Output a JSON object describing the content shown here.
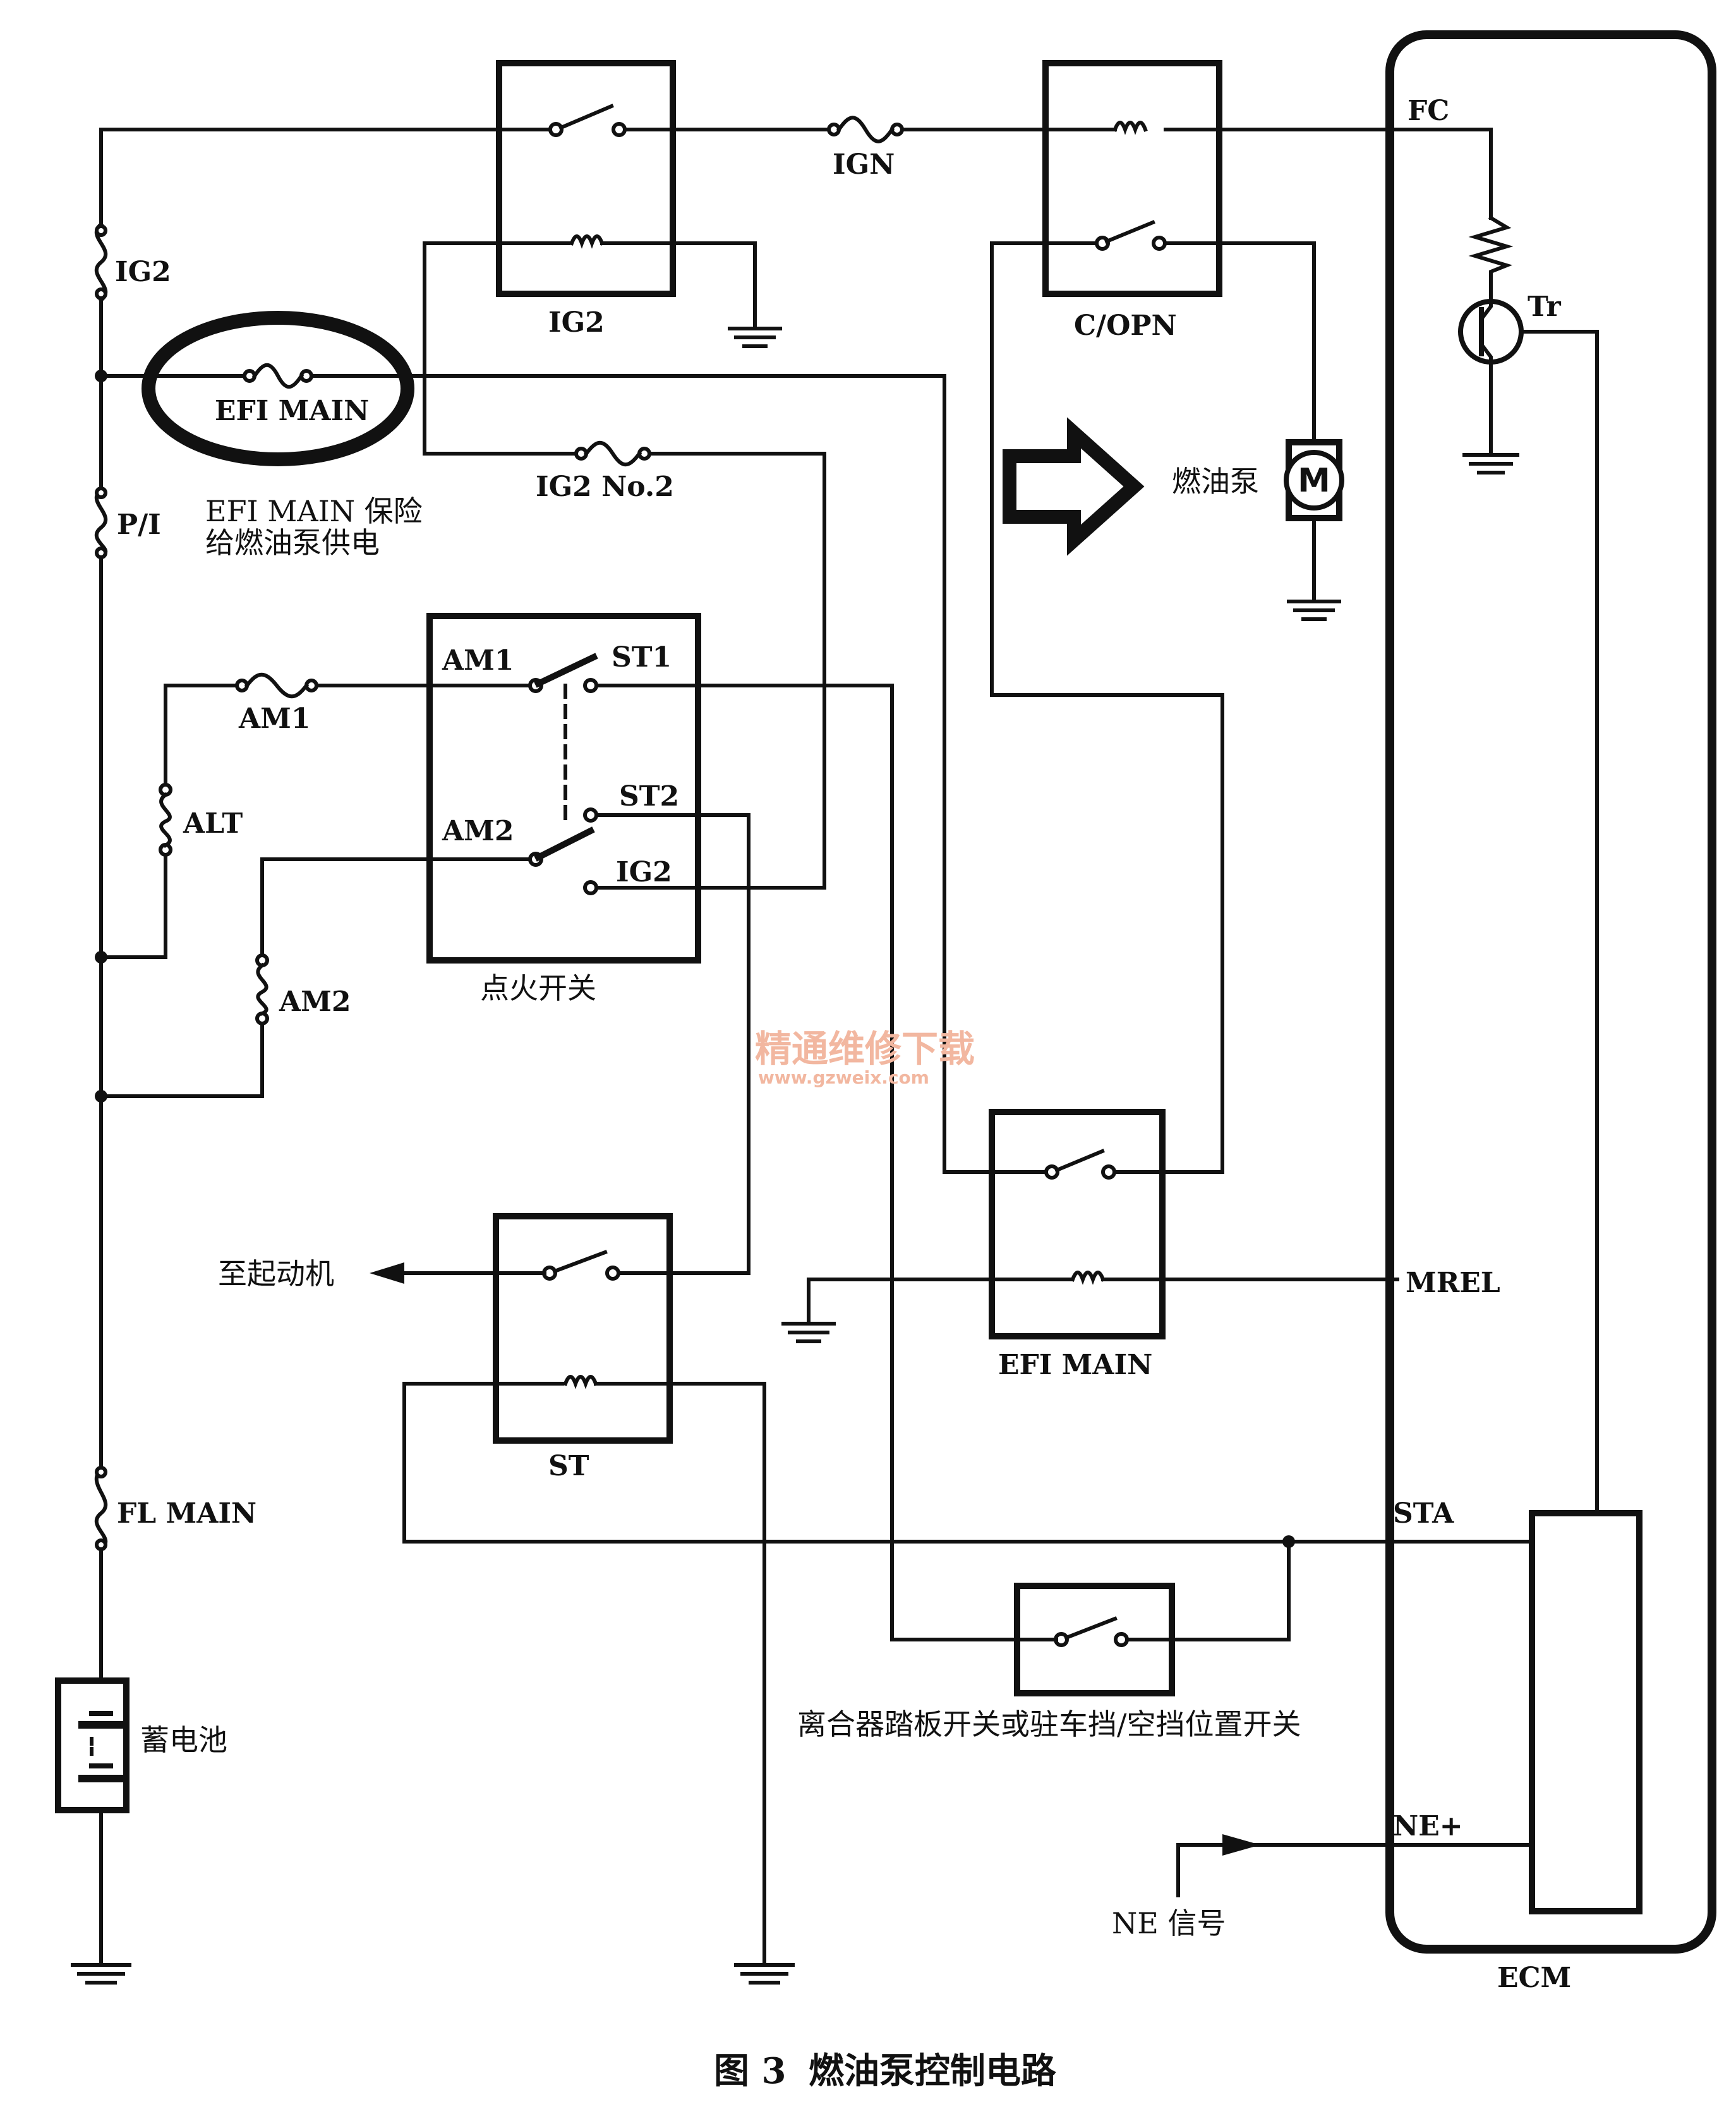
{
  "labels": {
    "fuse_ig2": "IG2",
    "relay_ig2": "IG2",
    "fuse_ign": "IGN",
    "relay_copn": "C/OPN",
    "fc": "FC",
    "tr": "Tr",
    "fuse_efi_main": "EFI MAIN",
    "fuse_ig2_no2": "IG2 No.2",
    "fuse_pi": "P/I",
    "efi_note_line1": "EFI MAIN 保险",
    "efi_note_line2": "给燃油泵供电",
    "fuel_pump": "燃油泵",
    "motor": "M",
    "am1_fuse": "AM1",
    "alt_fuse": "ALT",
    "am2_fuse": "AM2",
    "sw_am1": "AM1",
    "sw_st1": "ST1",
    "sw_am2": "AM2",
    "sw_st2": "ST2",
    "sw_ig2": "IG2",
    "ignition_switch": "点火开关",
    "to_starter": "至起动机",
    "relay_efi_main": "EFI MAIN",
    "mrel": "MREL",
    "relay_st": "ST",
    "fl_main": "FL MAIN",
    "sta": "STA",
    "clutch_switch": "离合器踏板开关或驻车挡/空挡位置开关",
    "battery": "蓄电池",
    "ne_plus": "NE+",
    "ne_signal": "NE 信号",
    "ecm": "ECM"
  },
  "watermark": {
    "line1": "精通维修下载",
    "line2": "www.gzweix.com"
  },
  "caption": {
    "figure_no": "图 3",
    "title": "燃油泵控制电路"
  },
  "colors": {
    "ink": "#111111",
    "background": "#ffffff",
    "watermark": "#f2b7a0"
  }
}
